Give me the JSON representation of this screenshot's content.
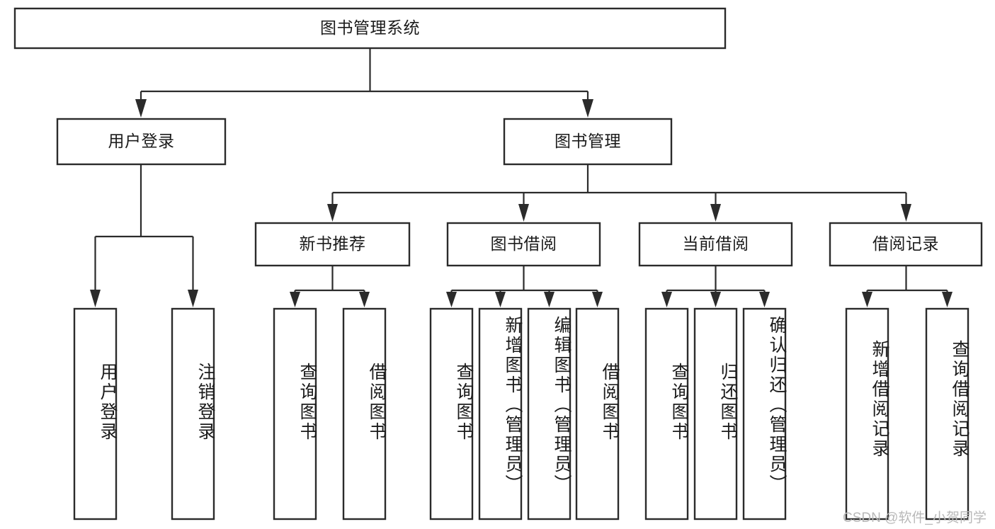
{
  "diagram": {
    "type": "tree",
    "title_node": {
      "label": "图书管理系统"
    },
    "level2": [
      {
        "label": "用户登录"
      },
      {
        "label": "图书管理"
      }
    ],
    "level3": [
      {
        "label": "新书推荐"
      },
      {
        "label": "图书借阅"
      },
      {
        "label": "当前借阅"
      },
      {
        "label": "借阅记录"
      }
    ],
    "leaves": {
      "user_login": [
        {
          "label": "用户登录"
        },
        {
          "label": "注销登录"
        }
      ],
      "new_book_recommend": [
        {
          "label": "查询图书"
        },
        {
          "label": "借阅图书"
        }
      ],
      "book_borrow": [
        {
          "label": "查询图书"
        },
        {
          "label": "新增图书（管理员）"
        },
        {
          "label": "编辑图书（管理员）"
        },
        {
          "label": "借阅图书"
        }
      ],
      "current_borrow": [
        {
          "label": "查询图书"
        },
        {
          "label": "归还图书"
        },
        {
          "label": "确认归还（管理员）"
        }
      ],
      "borrow_record": [
        {
          "label": "新增借阅记录"
        },
        {
          "label": "查询借阅记录"
        }
      ]
    }
  },
  "watermark": {
    "text": "CSDN @软件_小贺同学"
  },
  "colors": {
    "box_stroke": "#2b2b2b",
    "box_fill": "#ffffff",
    "text": "#1b1b1b",
    "connector": "#2b2b2b",
    "watermark": "#b9b9b9",
    "background": "#ffffff"
  }
}
